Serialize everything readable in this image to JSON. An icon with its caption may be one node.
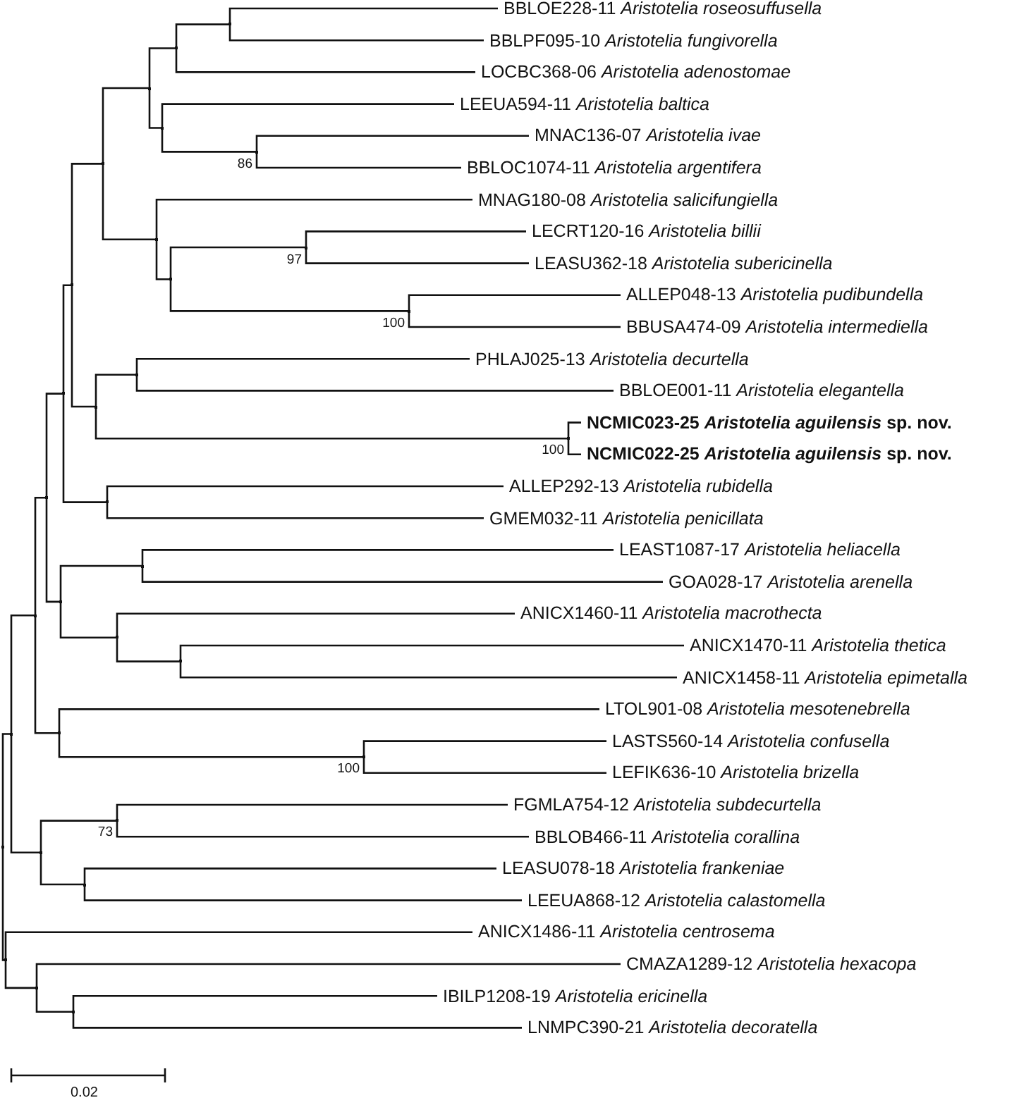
{
  "diagram": {
    "nodes": [
      {
        "text": [
          "BBLOE228-11 *Aristotelia roseosuffusella*"
        ]
      },
      {
        "text": [
          "BBLPF095-10 *Aristotelia fungivorella*"
        ]
      },
      {
        "text": [
          "LOCBC368-06 *Aristotelia adenostomae*"
        ]
      },
      {
        "text": [
          "LEEUA594-11 *Aristotelia baltica*"
        ]
      },
      {
        "text": [
          "MNAC136-07 *Aristotelia ivae*"
        ]
      },
      {
        "text": [
          "BBLOC1074-11 *Aristotelia argentifera*"
        ]
      },
      {
        "text": [
          "MNAG180-08 *Aristotelia salicifungiella*"
        ]
      },
      {
        "text": [
          "LECRT120-16 *Aristotelia billii*"
        ]
      },
      {
        "text": [
          "LEASU362-18 *Aristotelia subericinella*"
        ]
      },
      {
        "text": [
          "ALLEP048-13 *Aristotelia pudibundella*"
        ]
      },
      {
        "text": [
          "BBUSA474-09 *Aristotelia intermediella*"
        ]
      },
      {
        "text": [
          "PHLAJ025-13 *Aristotelia decurtella*"
        ]
      },
      {
        "text": [
          "BBLOE001-11 *Aristotelia elegantella*"
        ]
      },
      {
        "text": [
          "NCMIC023-25 *Aristotelia aguilensis* sp. nov."
        ]
      },
      {
        "text": [
          "NCMIC022-25 *Aristotelia aguilensis* sp. nov."
        ]
      },
      {
        "text": [
          "ALLEP292-13 *Aristotelia rubidella*"
        ]
      },
      {
        "text": [
          "GMEM032-11 *Aristotelia penicillata*"
        ]
      },
      {
        "text": [
          "LEAST1087-17 *Aristotelia heliacella*"
        ]
      },
      {
        "text": [
          "GOA028-17 *Aristotelia arenella*"
        ]
      },
      {
        "text": [
          "ANICX1460-11 *Aristotelia macrothecta*"
        ]
      },
      {
        "text": [
          "ANICX1470-11 *Aristotelia thetica*"
        ]
      },
      {
        "text": [
          "ANICX1458-11 *Aristotelia epimetalla*"
        ]
      },
      {
        "text": [
          "LTOL901-08 *Aristotelia mesotenebrella*"
        ]
      },
      {
        "text": [
          "LASTS560-14 *Aristotelia confusella*"
        ]
      },
      {
        "text": [
          "LEFIK636-10 *Aristotelia brizella*"
        ]
      },
      {
        "text": [
          "FGMLA754-12 *Aristotelia subdecurtella*"
        ]
      },
      {
        "text": [
          "BBLOB466-11 *Aristotelia corallina*"
        ]
      },
      {
        "text": [
          "LEASU078-18 *Aristotelia frankeniae*"
        ]
      },
      {
        "text": [
          "LEEUA868-12 *Aristotelia calastomella*"
        ]
      },
      {
        "text": [
          "ANICX1486-11 *Aristotelia centrosema*"
        ]
      },
      {
        "text": [
          "CMAZA1289-12 *Aristotelia hexacopa*"
        ]
      },
      {
        "text": [
          "IBILP1208-19 *Aristotelia ericinella*"
        ]
      },
      {
        "text": [
          "LNMPC390-21 *Aristotelia decoratella*"
        ]
      },
      {
        "text": [],
        "shape": "point"
      },
      {
        "text": [],
        "shape": "point"
      },
      {
        "text": [],
        "shape": "point"
      },
      {
        "text": [],
        "shape": "point"
      },
      {
        "text": [],
        "shape": "point"
      },
      {
        "text": [],
        "shape": "point"
      },
      {
        "text": [],
        "shape": "point"
      },
      {
        "text": [],
        "shape": "point"
      },
      {
        "text": [],
        "shape": "point"
      },
      {
        "text": [],
        "shape": "point"
      },
      {
        "text": [],
        "shape": "point"
      },
      {
        "text": [],
        "shape": "point",
        "beside": [
          "86"
        ]
      },
      {
        "text": [],
        "shape": "point"
      },
      {
        "text": [],
        "shape": "point"
      },
      {
        "text": [],
        "shape": "point",
        "beside": [
          "97"
        ]
      },
      {
        "text": [],
        "shape": "point",
        "beside": [
          "100"
        ]
      },
      {
        "text": [],
        "shape": "point"
      },
      {
        "text": [],
        "shape": "point"
      },
      {
        "text": [],
        "shape": "point",
        "beside": [
          "100"
        ]
      },
      {
        "text": [],
        "shape": "point"
      },
      {
        "text": [],
        "shape": "point"
      },
      {
        "text": [],
        "shape": "point"
      },
      {
        "text": [],
        "shape": "point"
      },
      {
        "text": [],
        "shape": "point"
      },
      {
        "text": [],
        "shape": "point"
      },
      {
        "text": [],
        "shape": "point",
        "beside": [
          "100"
        ]
      },
      {
        "text": [],
        "shape": "point"
      },
      {
        "text": [],
        "shape": "point",
        "beside": [
          "73"
        ]
      },
      {
        "text": [],
        "shape": "point"
      },
      {
        "text": [],
        "shape": "point"
      },
      {
        "text": [],
        "shape": "point"
      },
      {
        "text": [],
        "shape": "point"
      }
    ],
    "edges": [
      {
        "from": 33,
        "to": 34,
        "arrow": "none"
      },
      {
        "from": 33,
        "to": 62,
        "arrow": "none"
      },
      {
        "from": 34,
        "to": 35,
        "arrow": "none"
      },
      {
        "from": 34,
        "to": 59,
        "arrow": "none"
      },
      {
        "from": 35,
        "to": 36,
        "arrow": "none"
      },
      {
        "from": 35,
        "to": 57,
        "arrow": "none"
      },
      {
        "from": 36,
        "to": 37,
        "arrow": "none"
      },
      {
        "from": 36,
        "to": 53,
        "arrow": "none"
      },
      {
        "from": 37,
        "to": 38,
        "arrow": "none"
      },
      {
        "from": 37,
        "to": 52,
        "arrow": "none"
      },
      {
        "from": 38,
        "to": 39,
        "arrow": "none"
      },
      {
        "from": 38,
        "to": 49,
        "arrow": "none"
      },
      {
        "from": 39,
        "to": 40,
        "arrow": "none"
      },
      {
        "from": 39,
        "to": 45,
        "arrow": "none"
      },
      {
        "from": 40,
        "to": 41,
        "arrow": "none"
      },
      {
        "from": 40,
        "to": 43,
        "arrow": "none"
      },
      {
        "from": 41,
        "to": 42,
        "arrow": "none"
      },
      {
        "from": 41,
        "to": 2,
        "arrow": "none"
      },
      {
        "from": 42,
        "to": 0,
        "arrow": "none"
      },
      {
        "from": 42,
        "to": 1,
        "arrow": "none"
      },
      {
        "from": 43,
        "to": 3,
        "arrow": "none"
      },
      {
        "from": 43,
        "to": 44,
        "arrow": "none"
      },
      {
        "from": 44,
        "to": 4,
        "arrow": "none"
      },
      {
        "from": 44,
        "to": 5,
        "arrow": "none"
      },
      {
        "from": 45,
        "to": 6,
        "arrow": "none"
      },
      {
        "from": 45,
        "to": 46,
        "arrow": "none"
      },
      {
        "from": 46,
        "to": 47,
        "arrow": "none"
      },
      {
        "from": 46,
        "to": 48,
        "arrow": "none"
      },
      {
        "from": 47,
        "to": 7,
        "arrow": "none"
      },
      {
        "from": 47,
        "to": 8,
        "arrow": "none"
      },
      {
        "from": 48,
        "to": 9,
        "arrow": "none"
      },
      {
        "from": 48,
        "to": 10,
        "arrow": "none"
      },
      {
        "from": 49,
        "to": 50,
        "arrow": "none"
      },
      {
        "from": 49,
        "to": 51,
        "arrow": "none"
      },
      {
        "from": 50,
        "to": 11,
        "arrow": "none"
      },
      {
        "from": 50,
        "to": 12,
        "arrow": "none"
      },
      {
        "from": 51,
        "to": 13,
        "arrow": "none"
      },
      {
        "from": 51,
        "to": 14,
        "arrow": "none"
      },
      {
        "from": 52,
        "to": 15,
        "arrow": "none"
      },
      {
        "from": 52,
        "to": 16,
        "arrow": "none"
      },
      {
        "from": 53,
        "to": 54,
        "arrow": "none"
      },
      {
        "from": 53,
        "to": 55,
        "arrow": "none"
      },
      {
        "from": 54,
        "to": 17,
        "arrow": "none"
      },
      {
        "from": 54,
        "to": 18,
        "arrow": "none"
      },
      {
        "from": 55,
        "to": 19,
        "arrow": "none"
      },
      {
        "from": 55,
        "to": 56,
        "arrow": "none"
      },
      {
        "from": 56,
        "to": 20,
        "arrow": "none"
      },
      {
        "from": 56,
        "to": 21,
        "arrow": "none"
      },
      {
        "from": 57,
        "to": 22,
        "arrow": "none"
      },
      {
        "from": 57,
        "to": 58,
        "arrow": "none"
      },
      {
        "from": 58,
        "to": 23,
        "arrow": "none"
      },
      {
        "from": 58,
        "to": 24,
        "arrow": "none"
      },
      {
        "from": 59,
        "to": 60,
        "arrow": "none"
      },
      {
        "from": 59,
        "to": 61,
        "arrow": "none"
      },
      {
        "from": 60,
        "to": 25,
        "arrow": "none"
      },
      {
        "from": 60,
        "to": 26,
        "arrow": "none"
      },
      {
        "from": 61,
        "to": 27,
        "arrow": "none"
      },
      {
        "from": 61,
        "to": 28,
        "arrow": "none"
      },
      {
        "from": 62,
        "to": 29,
        "arrow": "none"
      },
      {
        "from": 62,
        "to": 63,
        "arrow": "none"
      },
      {
        "from": 63,
        "to": 30,
        "arrow": "none"
      },
      {
        "from": 63,
        "to": 64,
        "arrow": "none"
      },
      {
        "from": 64,
        "to": 31,
        "arrow": "none"
      },
      {
        "from": 64,
        "to": 32,
        "arrow": "none"
      }
    ],
    "labels": [
      "0.02"
    ]
  }
}
